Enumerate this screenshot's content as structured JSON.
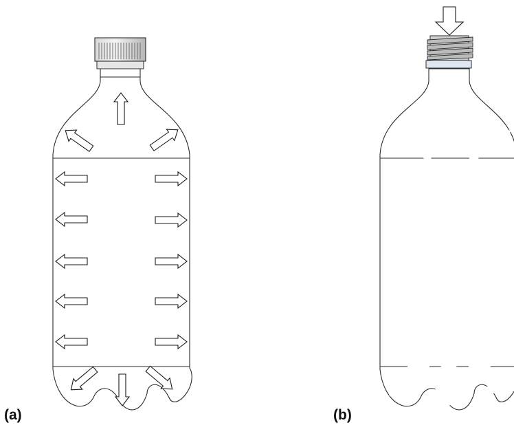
{
  "figure": {
    "panels": [
      {
        "id": "a",
        "label": "(a)"
      },
      {
        "id": "b",
        "label": "(b)"
      }
    ]
  },
  "colors": {
    "bottle_light": "#eef3fb",
    "bottle_mid": "#c7d6ee",
    "bottle_dark": "#7d9fd6",
    "outline": "#2a2a2a",
    "arrow_fill": "#ffffff"
  },
  "icons": {
    "arrow": "outline-arrow",
    "cap": "screw-cap",
    "threads": "bottle-neck-threads"
  }
}
